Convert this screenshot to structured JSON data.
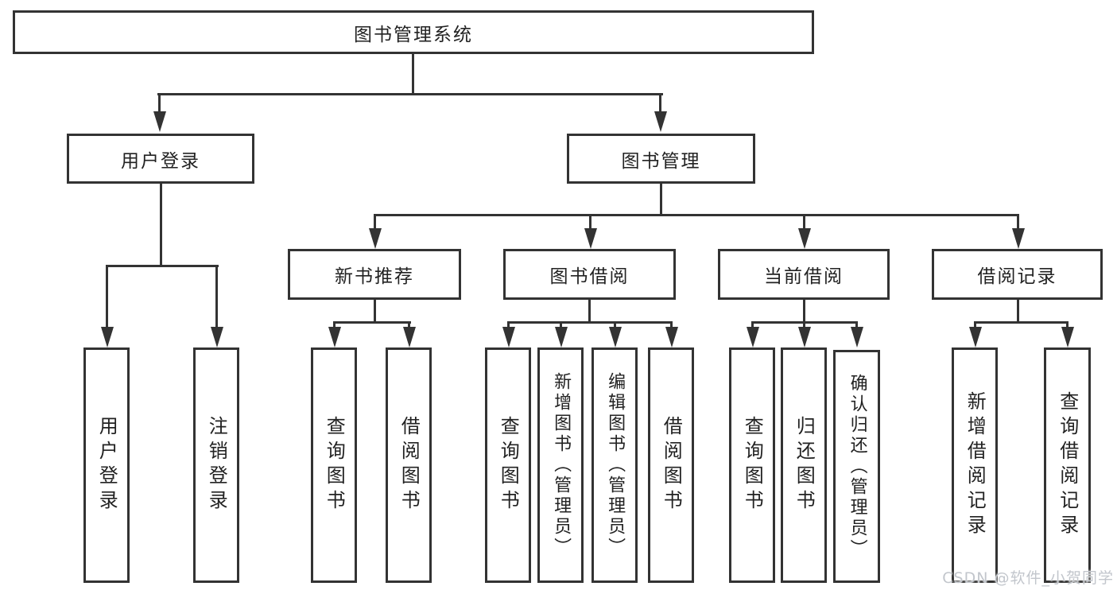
{
  "colors": {
    "line": "#333333",
    "box_border": "#333333",
    "text": "#222222",
    "background": "#ffffff",
    "watermark": "#c2c6cc"
  },
  "tree": {
    "label": "图书管理系统",
    "children": [
      {
        "label": "用户登录",
        "children": [
          {
            "label": "用户登录"
          },
          {
            "label": "注销登录"
          }
        ]
      },
      {
        "label": "图书管理",
        "children": [
          {
            "label": "新书推荐",
            "children": [
              {
                "label": "查询图书"
              },
              {
                "label": "借阅图书"
              }
            ]
          },
          {
            "label": "图书借阅",
            "children": [
              {
                "label": "查询图书"
              },
              {
                "label": "新增图书（管理员）"
              },
              {
                "label": "编辑图书（管理员）"
              },
              {
                "label": "借阅图书"
              }
            ]
          },
          {
            "label": "当前借阅",
            "children": [
              {
                "label": "查询图书"
              },
              {
                "label": "归还图书"
              },
              {
                "label": "确认归还（管理员）"
              }
            ]
          },
          {
            "label": "借阅记录",
            "children": [
              {
                "label": "新增借阅记录"
              },
              {
                "label": "查询借阅记录"
              }
            ]
          }
        ]
      }
    ]
  },
  "watermark": {
    "text": "CSDN @软件_小贺同学"
  }
}
